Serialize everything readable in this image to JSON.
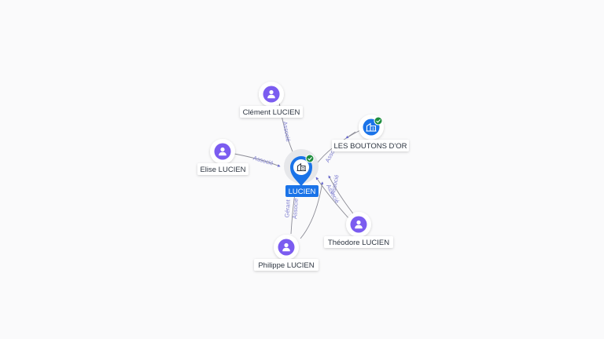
{
  "colors": {
    "person": "#7b5cf0",
    "company": "#1a73e8",
    "edge": "#8c8c96",
    "edge_label": "#7f7fd0",
    "verified": "#1e8e3e"
  },
  "center_node": {
    "label": "LUCIEN",
    "icon": "building-icon",
    "verified": true
  },
  "nodes": [
    {
      "id": "clement",
      "label": "Clément LUCIEN",
      "icon": "person-icon"
    },
    {
      "id": "elise",
      "label": "Elise LUCIEN",
      "icon": "person-icon"
    },
    {
      "id": "boutons",
      "label": "LES BOUTONS D'OR",
      "icon": "building-icon",
      "verified": true
    },
    {
      "id": "theodore",
      "label": "Théodore LUCIEN",
      "icon": "person-icon"
    },
    {
      "id": "philippe",
      "label": "Philippe LUCIEN",
      "icon": "person-icon"
    }
  ],
  "edges": [
    {
      "from": "clement",
      "label": "Associé"
    },
    {
      "from": "elise",
      "label": "Associé"
    },
    {
      "from": "boutons",
      "label": "Associé"
    },
    {
      "from": "theodore",
      "label": "Associé"
    },
    {
      "from": "theodore",
      "label": "Associé"
    },
    {
      "from": "philippe",
      "label": "Gérant"
    },
    {
      "from": "philippe",
      "label": "Associé"
    }
  ]
}
